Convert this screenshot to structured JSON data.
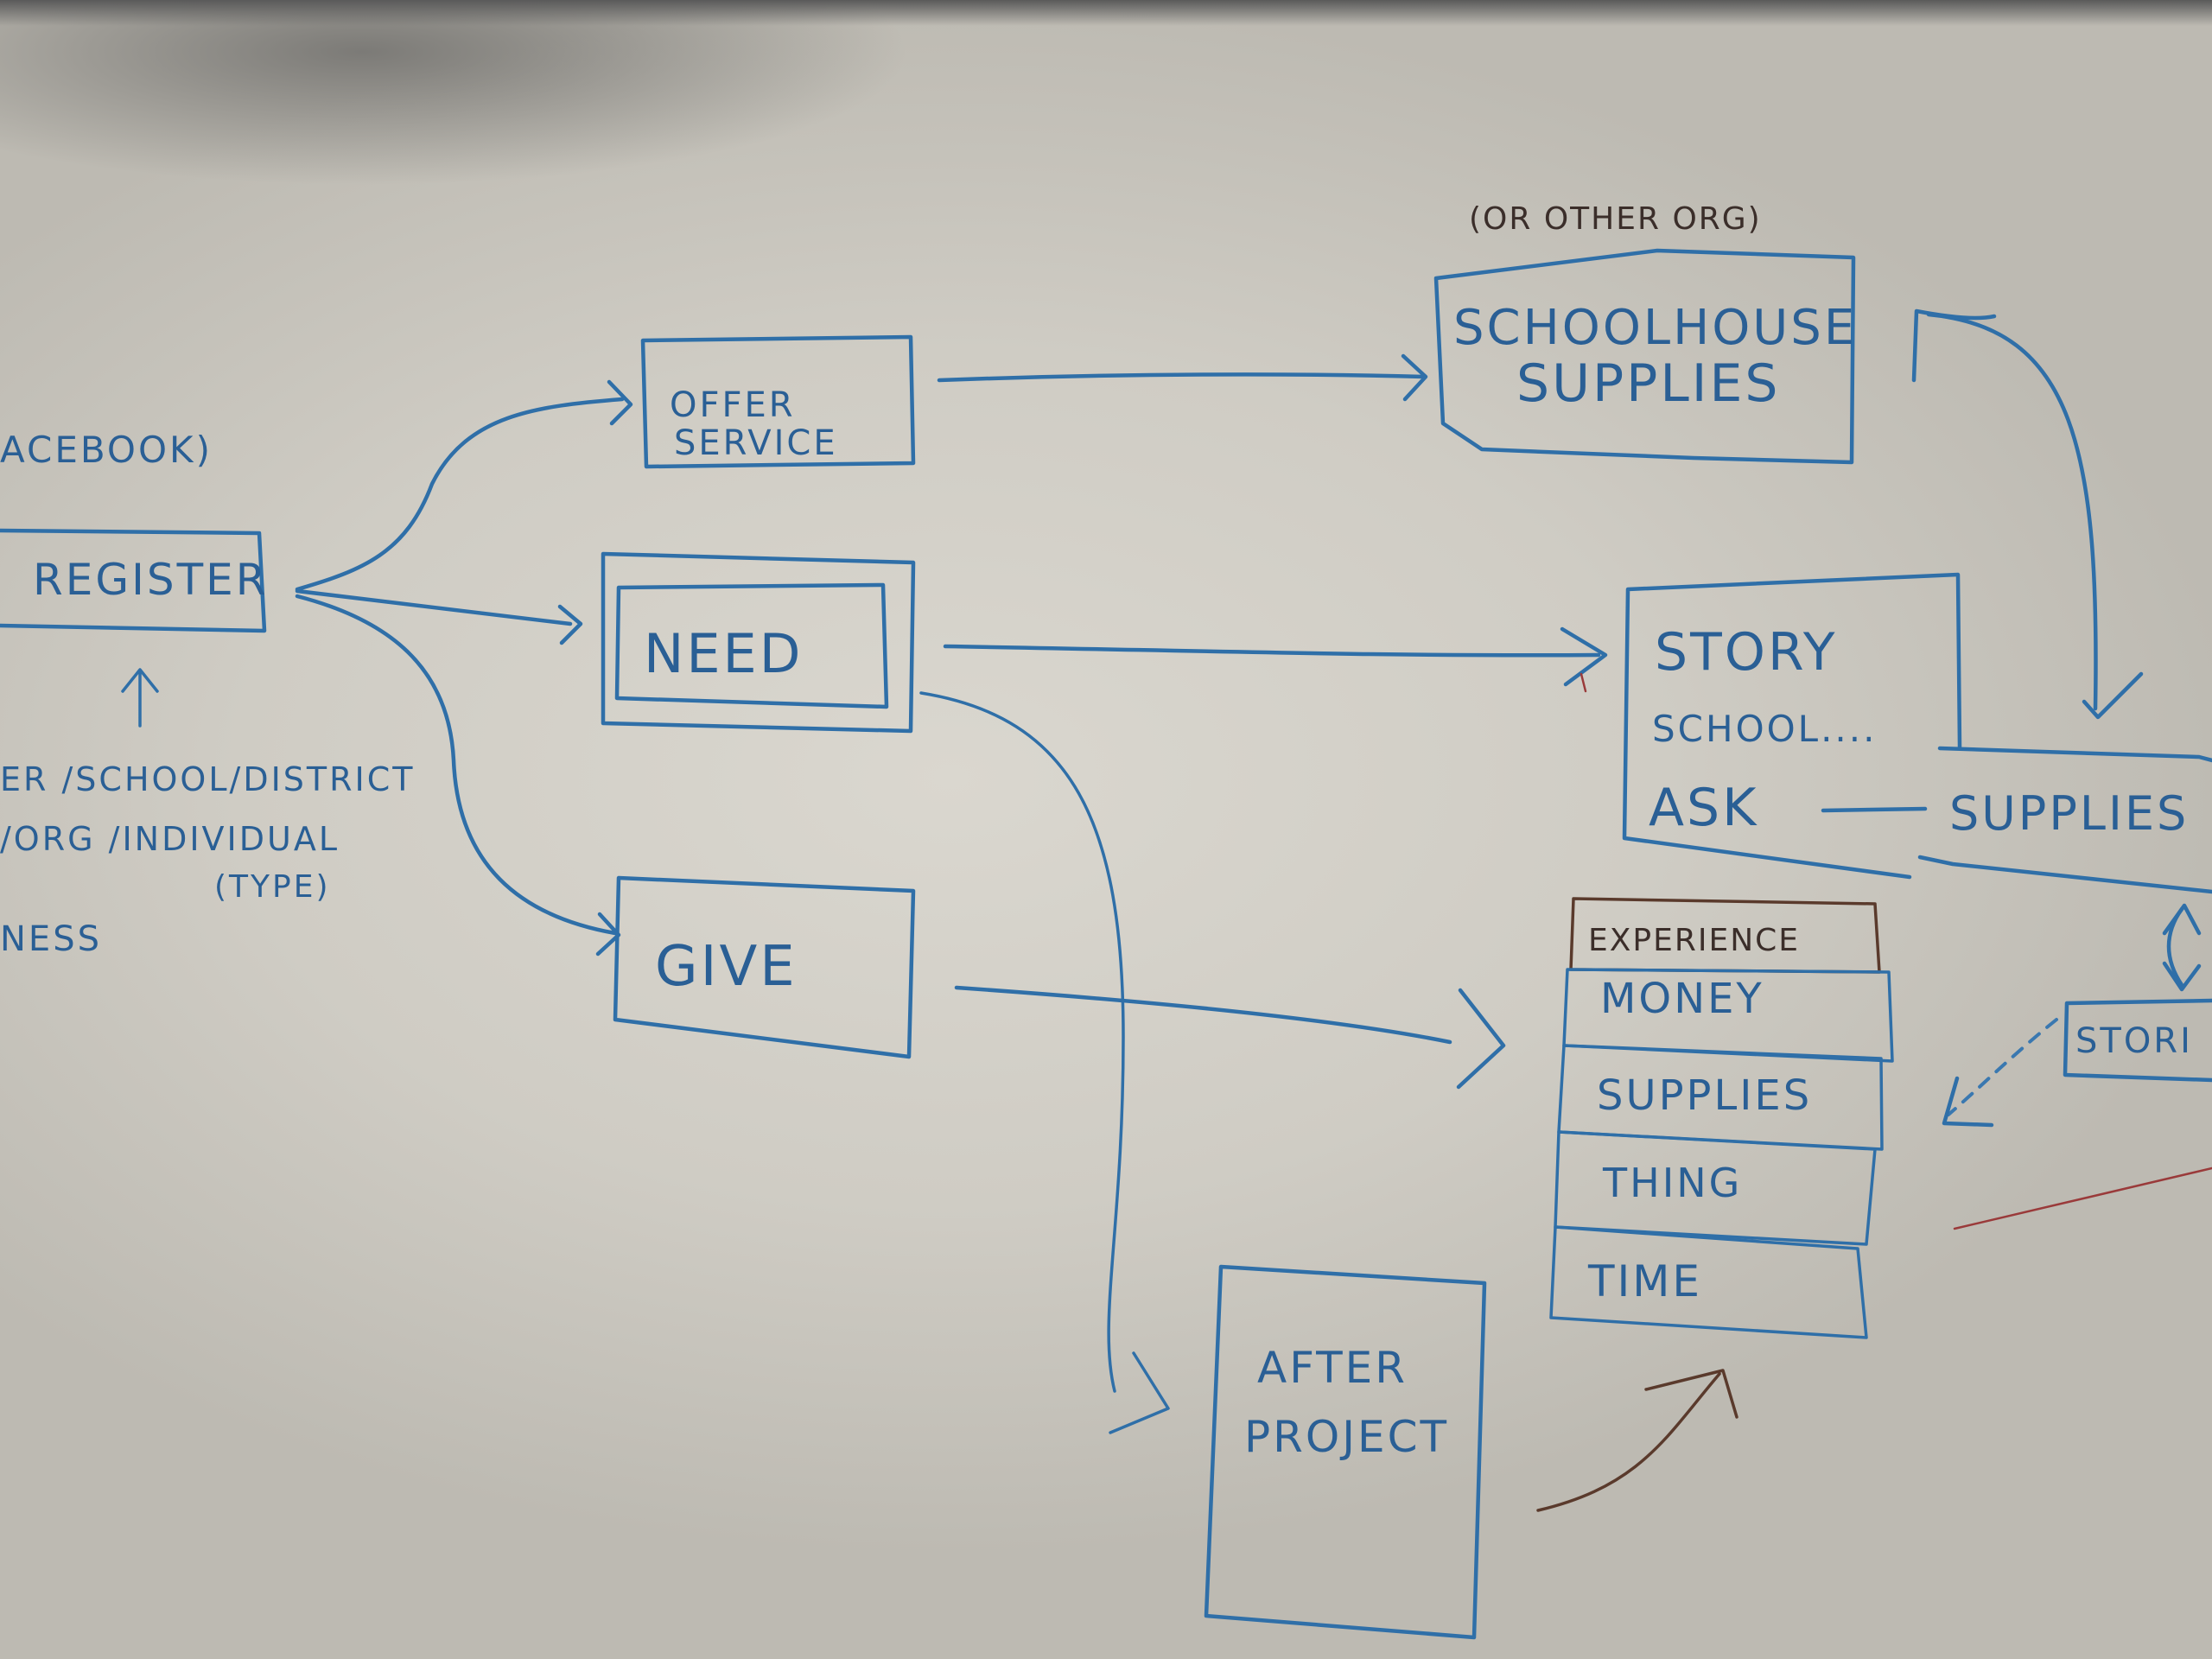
{
  "notes": {
    "facebook": "ACEBOOK)",
    "other_org": "(OR OTHER ORG)",
    "register_types_line1": "ER /SCHOOL/DISTRICT",
    "register_types_line2": "/ORG /INDIVIDUAL",
    "register_types_line3": "(TYPE)",
    "register_types_line4": "NESS"
  },
  "nodes": {
    "register": "REGISTER",
    "offer_service": [
      "OFFER",
      "SERVICE"
    ],
    "need": "NEED",
    "give": "GIVE",
    "schoolhouse_supplies": [
      "SCHOOLHOUSE",
      "SUPPLIES"
    ],
    "story": [
      "STORY",
      "SCHOOL....",
      "ASK"
    ],
    "supplies": "SUPPLIES",
    "story_right": "STORI",
    "give_types": [
      "EXPERIENCE",
      "MONEY",
      "SUPPLIES",
      "THING",
      "TIME"
    ],
    "after_project": [
      "AFTER",
      "PROJECT"
    ]
  }
}
